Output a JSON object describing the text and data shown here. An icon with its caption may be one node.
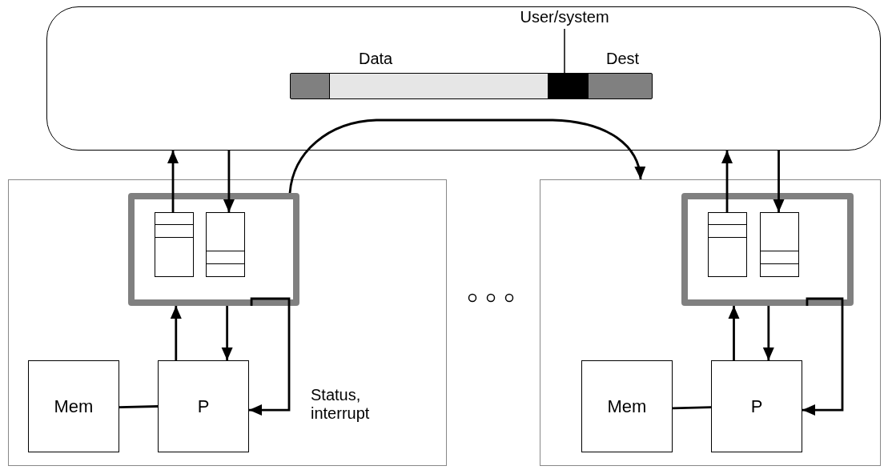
{
  "diagram": {
    "nodes": [
      {
        "text": [],
        "shape": "box"
      },
      {
        "text": [
          "User/system"
        ],
        "in": 0
      },
      {
        "text": [],
        "shape": "bar",
        "in": 0
      },
      {
        "text": [],
        "shape": "box",
        "in": 2
      },
      {
        "text": [],
        "shape": "box"
      },
      {
        "text": [],
        "shape": "box",
        "in": 4
      },
      {
        "text": [],
        "shape": "box",
        "in": 5
      },
      {
        "text": [],
        "shape": "box",
        "in": 5
      },
      {
        "text": [
          "Mem"
        ],
        "in": 4
      },
      {
        "text": [
          "P"
        ],
        "in": 4
      },
      {
        "text": [],
        "shape": "box"
      },
      {
        "text": [],
        "shape": "box",
        "in": 10
      },
      {
        "text": [],
        "shape": "box",
        "in": 11
      },
      {
        "text": [],
        "shape": "box",
        "in": 11
      },
      {
        "text": [
          "Mem"
        ],
        "in": 10
      },
      {
        "text": [
          "P"
        ],
        "in": 10
      }
    ],
    "edges": [
      {
        "from": 1,
        "to": 3,
        "arrow": "none"
      },
      {
        "from": 6,
        "to": 0,
        "arrow": "to"
      },
      {
        "from": 0,
        "to": 7,
        "arrow": "to"
      },
      {
        "from": 5,
        "to": 10,
        "arrow": "to"
      },
      {
        "from": 9,
        "to": 5,
        "arrow": "to"
      },
      {
        "from": 5,
        "to": 9,
        "arrow": "to"
      },
      {
        "from": 5,
        "to": 9,
        "arrow": "to",
        "label": "Status, interrupt"
      },
      {
        "from": 8,
        "to": 9,
        "arrow": "none"
      },
      {
        "from": 12,
        "to": 0,
        "arrow": "to"
      },
      {
        "from": 0,
        "to": 13,
        "arrow": "to"
      },
      {
        "from": 15,
        "to": 11,
        "arrow": "to"
      },
      {
        "from": 11,
        "to": 15,
        "arrow": "to"
      },
      {
        "from": 11,
        "to": 15,
        "arrow": "to"
      },
      {
        "from": 14,
        "to": 15,
        "arrow": "none"
      }
    ],
    "labels": [
      "Data",
      "Dest"
    ]
  }
}
